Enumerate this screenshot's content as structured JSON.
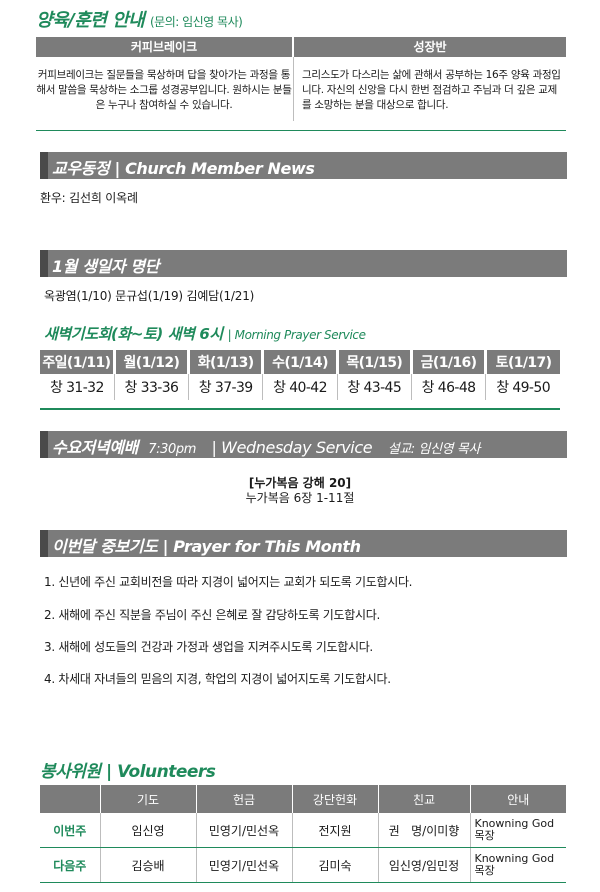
{
  "edu": {
    "title": "양육/훈련 안내",
    "contact": "(문의: 임신영 목사)",
    "left_header": "커피브레이크",
    "right_header": "성장반",
    "left_text": "커피브레이크는 질문들을 묵상하며 답을 찾아가는 과정을 통해서 말씀을 묵상하는 소그룹 성경공부입니다. 원하시는 분들은 누구나 참여하실 수 있습니다.",
    "right_text": "그리스도가 다스리는 삶에 관해서 공부하는 16주 양육 과정입니다. 자신의 신앙을 다시 한번 점검하고 주님과 더 깊은 교제를 소망하는 분을 대상으로 합니다."
  },
  "news": {
    "title": "교우동정 | Church Member News",
    "line": "환우:  김선희    이옥례"
  },
  "birthday": {
    "title": "1월 생일자 명단",
    "line": "옥광염(1/10)  문규섭(1/19)  김예담(1/21)"
  },
  "dawn": {
    "title": "새벽기도회(화~토) 새벽 6시",
    "title_en": "| Morning Prayer Service",
    "days": [
      "주일(1/11)",
      "월(1/12)",
      "화(1/13)",
      "수(1/14)",
      "목(1/15)",
      "금(1/16)",
      "토(1/17)"
    ],
    "passages": [
      "창 31-32",
      "창 33-36",
      "창 37-39",
      "창 40-42",
      "창 43-45",
      "창 46-48",
      "창 49-50"
    ]
  },
  "wednesday": {
    "title": "수요저녁예배",
    "time": "7:30pm",
    "title_en": "| Wednesday Service",
    "preacher": "설교: 임신영 목사",
    "sermon_title": "[누가복음 강해  20]",
    "sermon_passage": "누가복음 6장 1-11절"
  },
  "prayer": {
    "title": "이번달 중보기도 | Prayer for This Month",
    "items": [
      "1. 신년에 주신 교회비전을 따라 지경이 넓어지는 교회가 되도록 기도합시다.",
      "2. 새해에 주신 직분을 주님이 주신 은혜로 잘 감당하도록 기도합시다.",
      "3. 새해에 성도들의 건강과 가정과 생업을 지켜주시도록 기도합시다.",
      "4. 차세대 자녀들의 믿음의 지경, 학업의 지경이 넓어지도록 기도합시다."
    ]
  },
  "volunteers": {
    "title": "봉사위원 | Volunteers",
    "headers": [
      "",
      "기도",
      "헌금",
      "강단헌화",
      "친교",
      "안내"
    ],
    "rows": [
      {
        "label": "이번주",
        "prayer": "임신영",
        "offering": "민영기/민선옥",
        "flowers": "전지원",
        "fellowship": "권   명/이미향",
        "usher": "Knowning God 목장"
      },
      {
        "label": "다음주",
        "prayer": "김승배",
        "offering": "민영기/민선옥",
        "flowers": "김미숙",
        "fellowship": "임신영/임민정",
        "usher": "Knowning God 목장"
      }
    ]
  }
}
